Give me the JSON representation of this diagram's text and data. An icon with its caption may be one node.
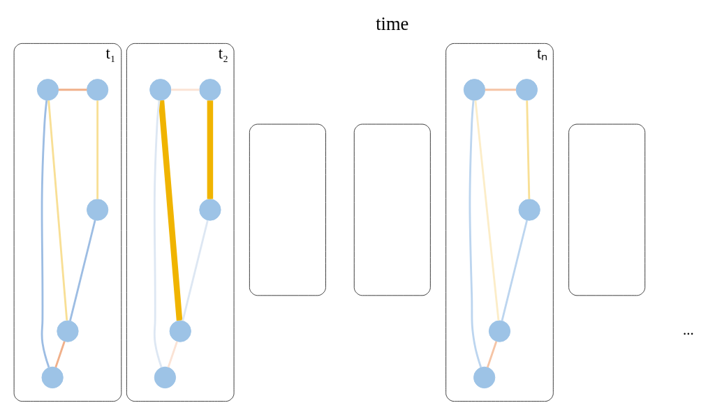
{
  "diagram": {
    "nodes": [
      {
        "text": [
          "t₁"
        ]
      },
      {
        "text": [],
        "shape": "circle",
        "in": 0
      },
      {
        "text": [],
        "shape": "circle",
        "in": 0
      },
      {
        "text": [],
        "shape": "circle",
        "in": 0
      },
      {
        "text": [],
        "shape": "circle",
        "in": 0
      },
      {
        "text": [],
        "shape": "circle",
        "in": 0
      },
      {
        "text": [
          "t₂"
        ]
      },
      {
        "text": [],
        "shape": "circle",
        "in": 6
      },
      {
        "text": [],
        "shape": "circle",
        "in": 6
      },
      {
        "text": [],
        "shape": "circle",
        "in": 6
      },
      {
        "text": [],
        "shape": "circle",
        "in": 6
      },
      {
        "text": [],
        "shape": "circle",
        "in": 6
      },
      {
        "text": [],
        "shape": "box"
      },
      {
        "text": [],
        "shape": "box"
      },
      {
        "text": [],
        "shape": "box"
      },
      {
        "text": [
          "tₙ"
        ]
      },
      {
        "text": [],
        "shape": "circle",
        "in": 15
      },
      {
        "text": [],
        "shape": "circle",
        "in": 15
      },
      {
        "text": [],
        "shape": "circle",
        "in": 15
      },
      {
        "text": [],
        "shape": "circle",
        "in": 15
      },
      {
        "text": [],
        "shape": "circle",
        "in": 15
      }
    ],
    "edges": [
      {
        "from": 1,
        "to": 2,
        "arrow": "none",
        "color": "#f0b08a"
      },
      {
        "from": 1,
        "to": 5,
        "arrow": "none",
        "color": "#9dbde3"
      },
      {
        "from": 1,
        "to": 4,
        "arrow": "none",
        "color": "#f8df95"
      },
      {
        "from": 2,
        "to": 3,
        "arrow": "none",
        "color": "#f8df95"
      },
      {
        "from": 3,
        "to": 4,
        "arrow": "none",
        "color": "#9dbde3"
      },
      {
        "from": 4,
        "to": 5,
        "arrow": "none",
        "color": "#f0b08a"
      },
      {
        "from": 7,
        "to": 8,
        "arrow": "none",
        "color": "#fbe3d5"
      },
      {
        "from": 7,
        "to": 11,
        "arrow": "none",
        "color": "#dde7f3"
      },
      {
        "from": 7,
        "to": 10,
        "arrow": "none",
        "style": "thick",
        "color": "#f0b400"
      },
      {
        "from": 8,
        "to": 9,
        "arrow": "none",
        "style": "thick",
        "color": "#f0b400"
      },
      {
        "from": 9,
        "to": 10,
        "arrow": "none",
        "color": "#dde7f3"
      },
      {
        "from": 10,
        "to": 11,
        "arrow": "none",
        "color": "#fbe3d5"
      },
      {
        "from": 16,
        "to": 17,
        "arrow": "none",
        "color": "#f5c4a5"
      },
      {
        "from": 16,
        "to": 20,
        "arrow": "none",
        "color": "#bcd5ef"
      },
      {
        "from": 16,
        "to": 19,
        "arrow": "none",
        "color": "#fcedc8"
      },
      {
        "from": 17,
        "to": 18,
        "arrow": "none",
        "color": "#f8df95"
      },
      {
        "from": 18,
        "to": 19,
        "arrow": "none",
        "color": "#bcd5ef"
      },
      {
        "from": 19,
        "to": 20,
        "arrow": "none",
        "color": "#f5c4a5"
      }
    ],
    "labels": [
      "time",
      "..."
    ]
  }
}
